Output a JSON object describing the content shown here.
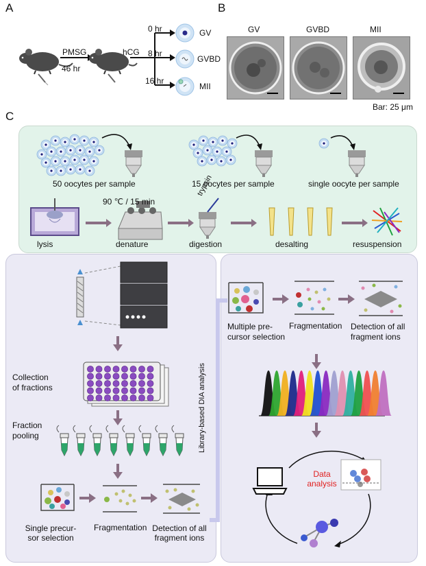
{
  "panels": {
    "a": "A",
    "b": "B",
    "c": "C"
  },
  "panel_a": {
    "drug1": "PMSG",
    "time1": "46 hr",
    "drug2": "hCG",
    "branches": [
      {
        "time": "0 hr",
        "stage": "GV"
      },
      {
        "time": "8 hr",
        "stage": "GVBD"
      },
      {
        "time": "16 hr",
        "stage": "MII"
      }
    ]
  },
  "panel_b": {
    "images": [
      "GV",
      "GVBD",
      "MII"
    ],
    "bar_label": "Bar: 25 μm"
  },
  "panel_c": {
    "samples": [
      "50 oocytes per sample",
      "15 oocytes per sample",
      "single oocyte per sample"
    ],
    "steps": [
      "lysis",
      "denature",
      "digestion",
      "desalting",
      "resuspension"
    ],
    "denature_condition": "90 ℃ / 15 min",
    "trypsin": "trypsin",
    "library": {
      "collection": "Collection\nof fractions",
      "pooling": "Fraction\npooling",
      "single": "Single precur-\nsor selection",
      "fragmentation": "Fragmentation",
      "detection": "Detection of all\nfragment ions"
    },
    "dia_label": "Library-based DIA analysis",
    "dia": {
      "multiple": "Multiple pre-\ncursor selection",
      "fragmentation": "Fragmentation",
      "detection": "Detection of all\nfragment ions",
      "data_analysis": "Data\nanalysis"
    },
    "colors": {
      "green_panel": "#e2f3ea",
      "lilac_panel": "#ebeaf5",
      "arrow": "#8a6f84",
      "data_red": "#e02020"
    }
  }
}
